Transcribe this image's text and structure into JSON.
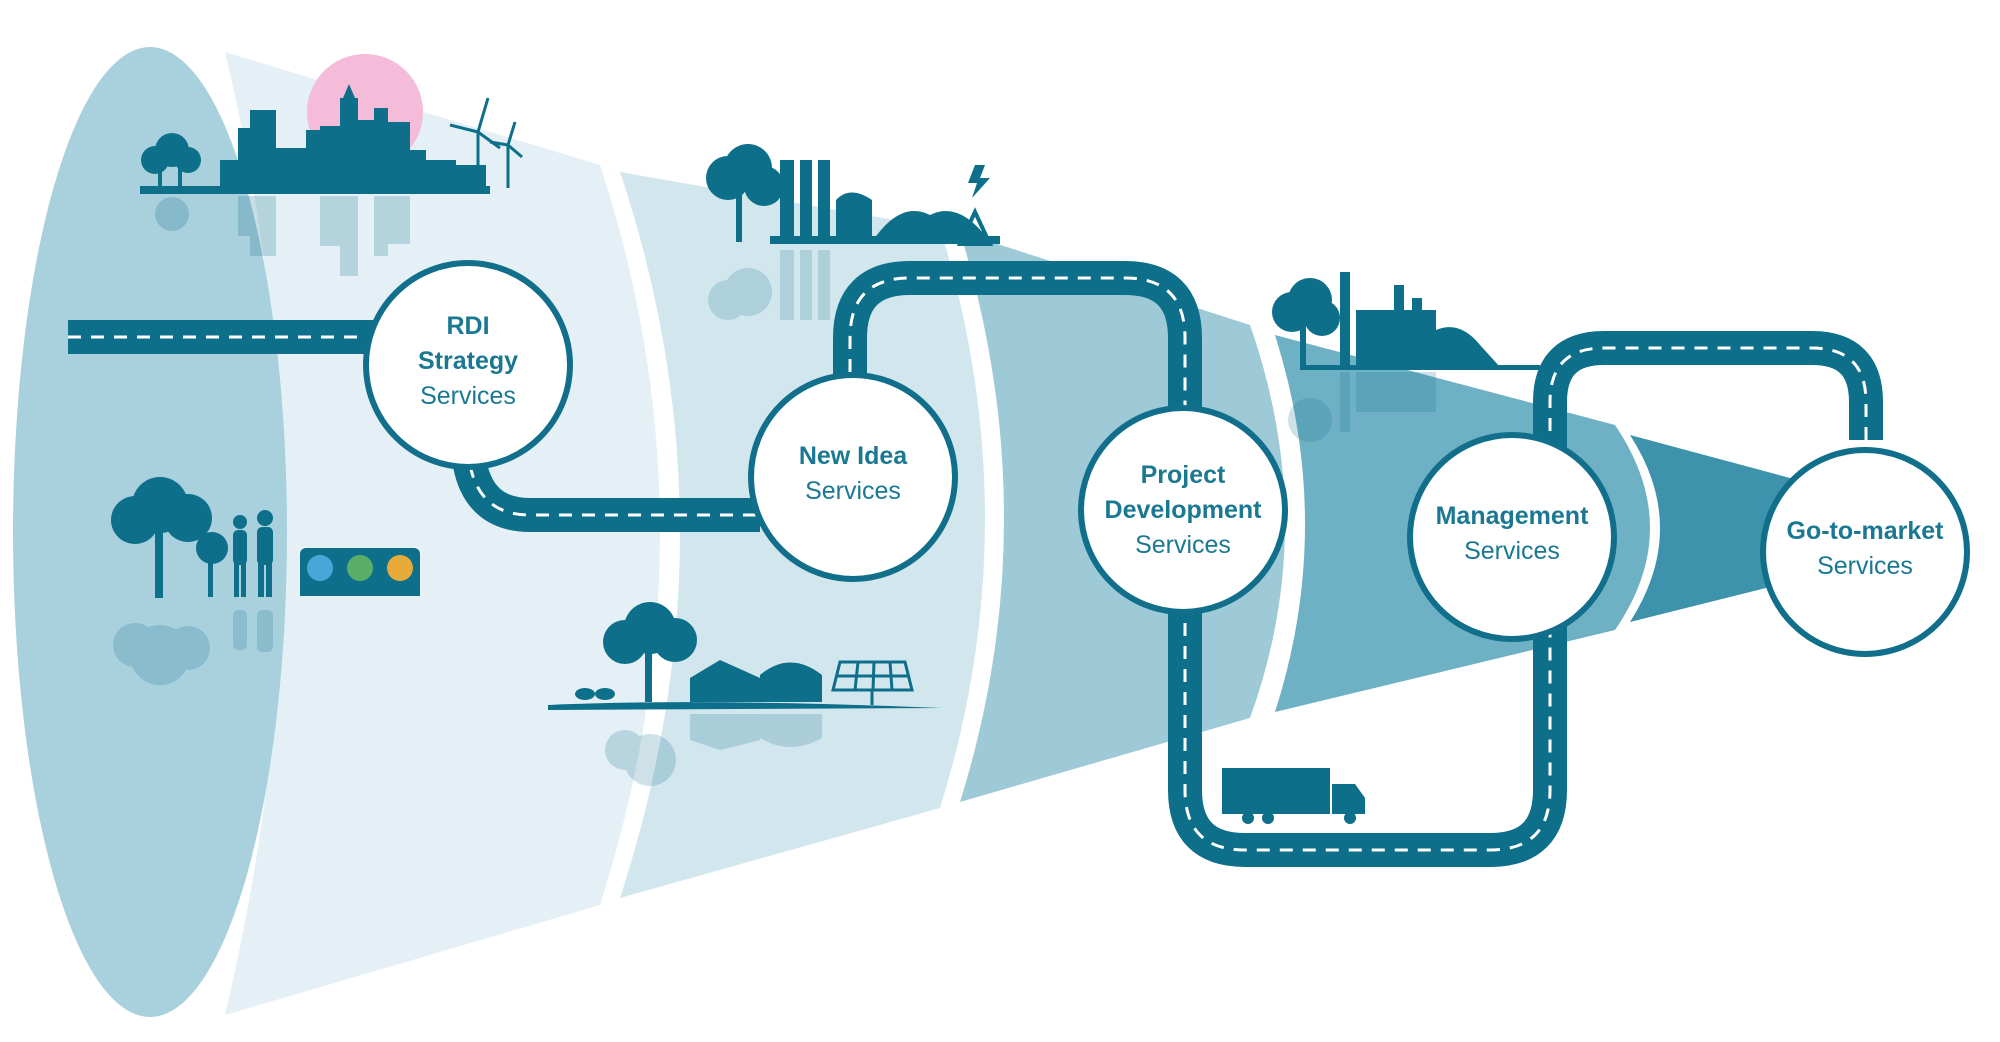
{
  "colors": {
    "dark_teal": "#0d6f8a",
    "node_text": "#1a7892",
    "node_border": "#116f8b",
    "segment_1": "#a9d0dd",
    "segment_2": "#e4f0f5",
    "segment_3": "#d2e6ee",
    "segment_4": "#9ecad8",
    "segment_5": "#6fb1c4",
    "segment_6": "#3d93ab",
    "sun": "#f4bcd8"
  },
  "icons": [
    "city-skyline-icon",
    "sun-icon",
    "wind-turbine-icon",
    "factory-icon",
    "lightning-icon",
    "trees-icon",
    "people-icon",
    "recycle-bins-icon",
    "farm-icon",
    "solar-panel-icon",
    "truck-icon"
  ],
  "nodes": [
    {
      "id": "rdi",
      "lines": [
        {
          "text": "RDI",
          "bold": true
        },
        {
          "text": "Strategy",
          "bold": true
        },
        {
          "text": "Services",
          "bold": false
        }
      ]
    },
    {
      "id": "new-idea",
      "lines": [
        {
          "text": "New Idea",
          "bold": true
        },
        {
          "text": "Services",
          "bold": false
        }
      ]
    },
    {
      "id": "project-development",
      "lines": [
        {
          "text": "Project",
          "bold": true
        },
        {
          "text": "Development",
          "bold": true
        },
        {
          "text": "Services",
          "bold": false
        }
      ]
    },
    {
      "id": "management",
      "lines": [
        {
          "text": "Management",
          "bold": true
        },
        {
          "text": "Services",
          "bold": false
        }
      ]
    },
    {
      "id": "go-to-market",
      "lines": [
        {
          "text": "Go-to-market",
          "bold": true
        },
        {
          "text": "Services",
          "bold": false
        }
      ]
    }
  ]
}
